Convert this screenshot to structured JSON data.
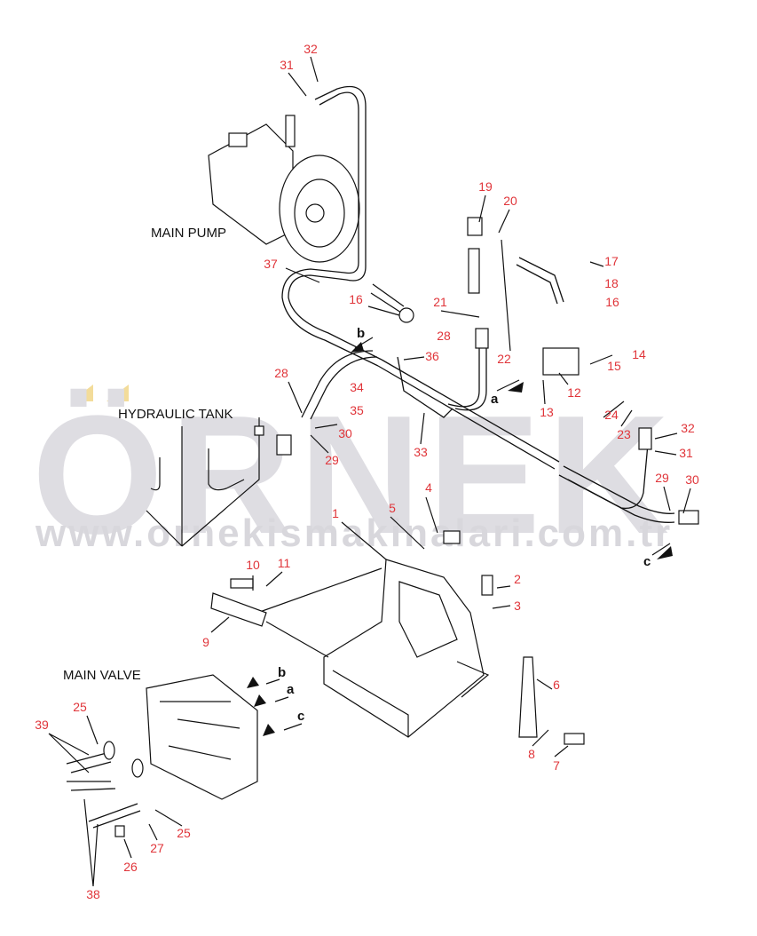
{
  "watermark": {
    "brand": "ÖRNEK",
    "url": "www.ornekismakinalari.com.tr",
    "brand_color": "#dedde2",
    "accent_color": "#f3dc9a"
  },
  "components": {
    "main_pump": "MAIN PUMP",
    "hydraulic_tank": "HYDRAULIC TANK",
    "main_valve": "MAIN VALVE"
  },
  "flow_markers": [
    "b",
    "a",
    "c",
    "b",
    "a",
    "c"
  ],
  "callouts": [
    "32",
    "31",
    "19",
    "20",
    "17",
    "18",
    "16",
    "16",
    "21",
    "28",
    "22",
    "14",
    "15",
    "36",
    "12",
    "13",
    "24",
    "23",
    "28",
    "34",
    "35",
    "30",
    "29",
    "33",
    "32",
    "31",
    "29",
    "30",
    "4",
    "5",
    "1",
    "10",
    "11",
    "2",
    "3",
    "9",
    "6",
    "25",
    "39",
    "8",
    "7",
    "25",
    "27",
    "26",
    "38",
    "37"
  ],
  "colors": {
    "callout": "#e0353a",
    "line": "#111111"
  }
}
